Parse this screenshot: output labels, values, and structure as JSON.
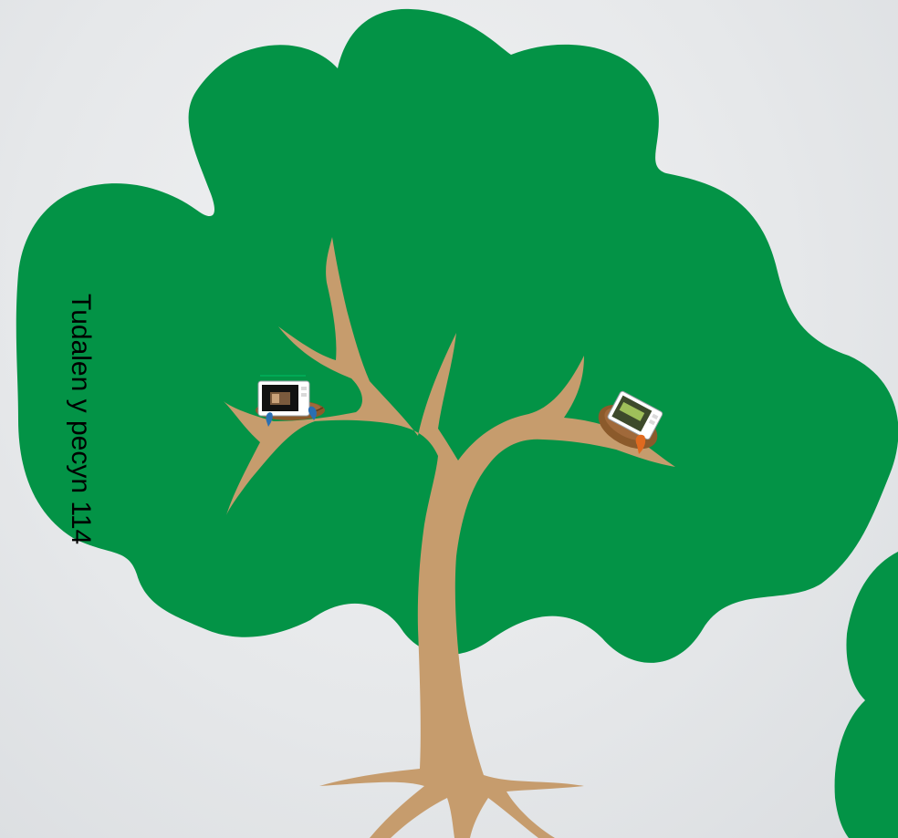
{
  "presentation": {
    "page_label": "Tudalen y pecyn 114"
  },
  "colors": {
    "canopy": "#039346",
    "trunk": "#c69c6d",
    "nest": "#8b5a2b",
    "background": "#e6e8ea"
  },
  "objects": [
    {
      "name": "tree-canopy",
      "icon": "tree-canopy"
    },
    {
      "name": "tree-trunk",
      "icon": "tree-trunk"
    },
    {
      "name": "nest-left",
      "icon": "bird-nest-with-video-frame"
    },
    {
      "name": "nest-right",
      "icon": "bird-nest-with-video-frame"
    },
    {
      "name": "partial-tree-right",
      "icon": "tree-canopy"
    }
  ]
}
